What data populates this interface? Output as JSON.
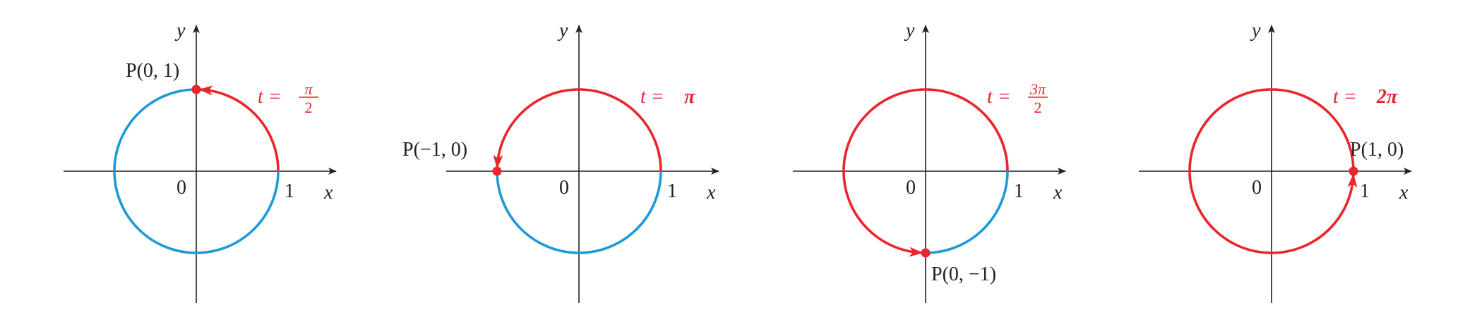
{
  "colors": {
    "red": "#e8262b",
    "blue": "#1d9ad7",
    "axis": "#231f20"
  },
  "axis_labels": {
    "x": "x",
    "y": "y",
    "origin": "0",
    "one": "1"
  },
  "panels": [
    {
      "t_prefix": "t =",
      "t_num": "π",
      "t_den": "2",
      "t_simple": "",
      "point_label": "P(0, 1)",
      "end_angle_deg": 90
    },
    {
      "t_prefix": "t =",
      "t_num": "",
      "t_den": "",
      "t_simple": "π",
      "point_label": "P(−1, 0)",
      "end_angle_deg": 180
    },
    {
      "t_prefix": "t =",
      "t_num": "3π",
      "t_den": "2",
      "t_simple": "",
      "point_label": "P(0, −1)",
      "end_angle_deg": 270
    },
    {
      "t_prefix": "t =",
      "t_num": "",
      "t_den": "",
      "t_simple": "2π",
      "point_label": "P(1, 0)",
      "end_angle_deg": 360
    }
  ]
}
